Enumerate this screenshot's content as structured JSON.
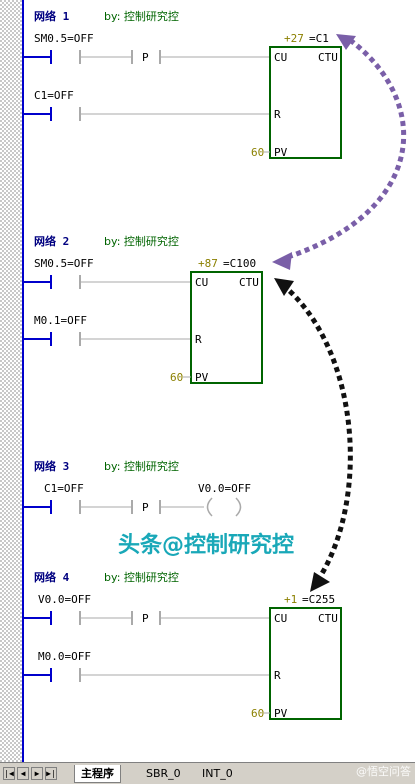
{
  "networks": [
    {
      "title": "网络 1",
      "comment": "by: 控制研究控",
      "contacts": [
        {
          "label": "SM0.5=OFF"
        },
        {
          "label": "C1=OFF"
        }
      ],
      "p_label": "P",
      "counter": {
        "value": "+27",
        "name": "=C1",
        "cu": "CU",
        "type": "CTU",
        "r": "R",
        "pv_value": "60",
        "pv": "PV"
      }
    },
    {
      "title": "网络 2",
      "comment": "by: 控制研究控",
      "contacts": [
        {
          "label": "SM0.5=OFF"
        },
        {
          "label": "M0.1=OFF"
        }
      ],
      "counter": {
        "value": "+87",
        "name": "=C100",
        "cu": "CU",
        "type": "CTU",
        "r": "R",
        "pv_value": "60",
        "pv": "PV"
      }
    },
    {
      "title": "网络 3",
      "comment": "by: 控制研究控",
      "contacts": [
        {
          "label": "C1=OFF"
        }
      ],
      "p_label": "P",
      "coil": {
        "label": "V0.0=OFF"
      }
    },
    {
      "title": "网络 4",
      "comment": "by: 控制研究控",
      "contacts": [
        {
          "label": "V0.0=OFF"
        },
        {
          "label": "M0.0=OFF"
        }
      ],
      "p_label": "P",
      "counter": {
        "value": "+1",
        "name": "=C255",
        "cu": "CU",
        "type": "CTU",
        "r": "R",
        "pv_value": "60",
        "pv": "PV"
      }
    }
  ],
  "overlay_text": "头条@控制研究控",
  "colors": {
    "box": "#006400",
    "rail": "#0000cc",
    "wire": "#aaaaaa",
    "value": "#8b8000",
    "comment": "#006400",
    "title": "#000080",
    "arrow_purple": "#7a5fa8",
    "arrow_black": "#111111",
    "overlay": "#19a8b8"
  },
  "tabs": {
    "nav": [
      "|◀",
      "◀",
      "▶",
      "▶|"
    ],
    "items": [
      "主程序",
      "SBR_0",
      "INT_0"
    ],
    "active_index": 0
  },
  "watermark": "@悟空问答"
}
